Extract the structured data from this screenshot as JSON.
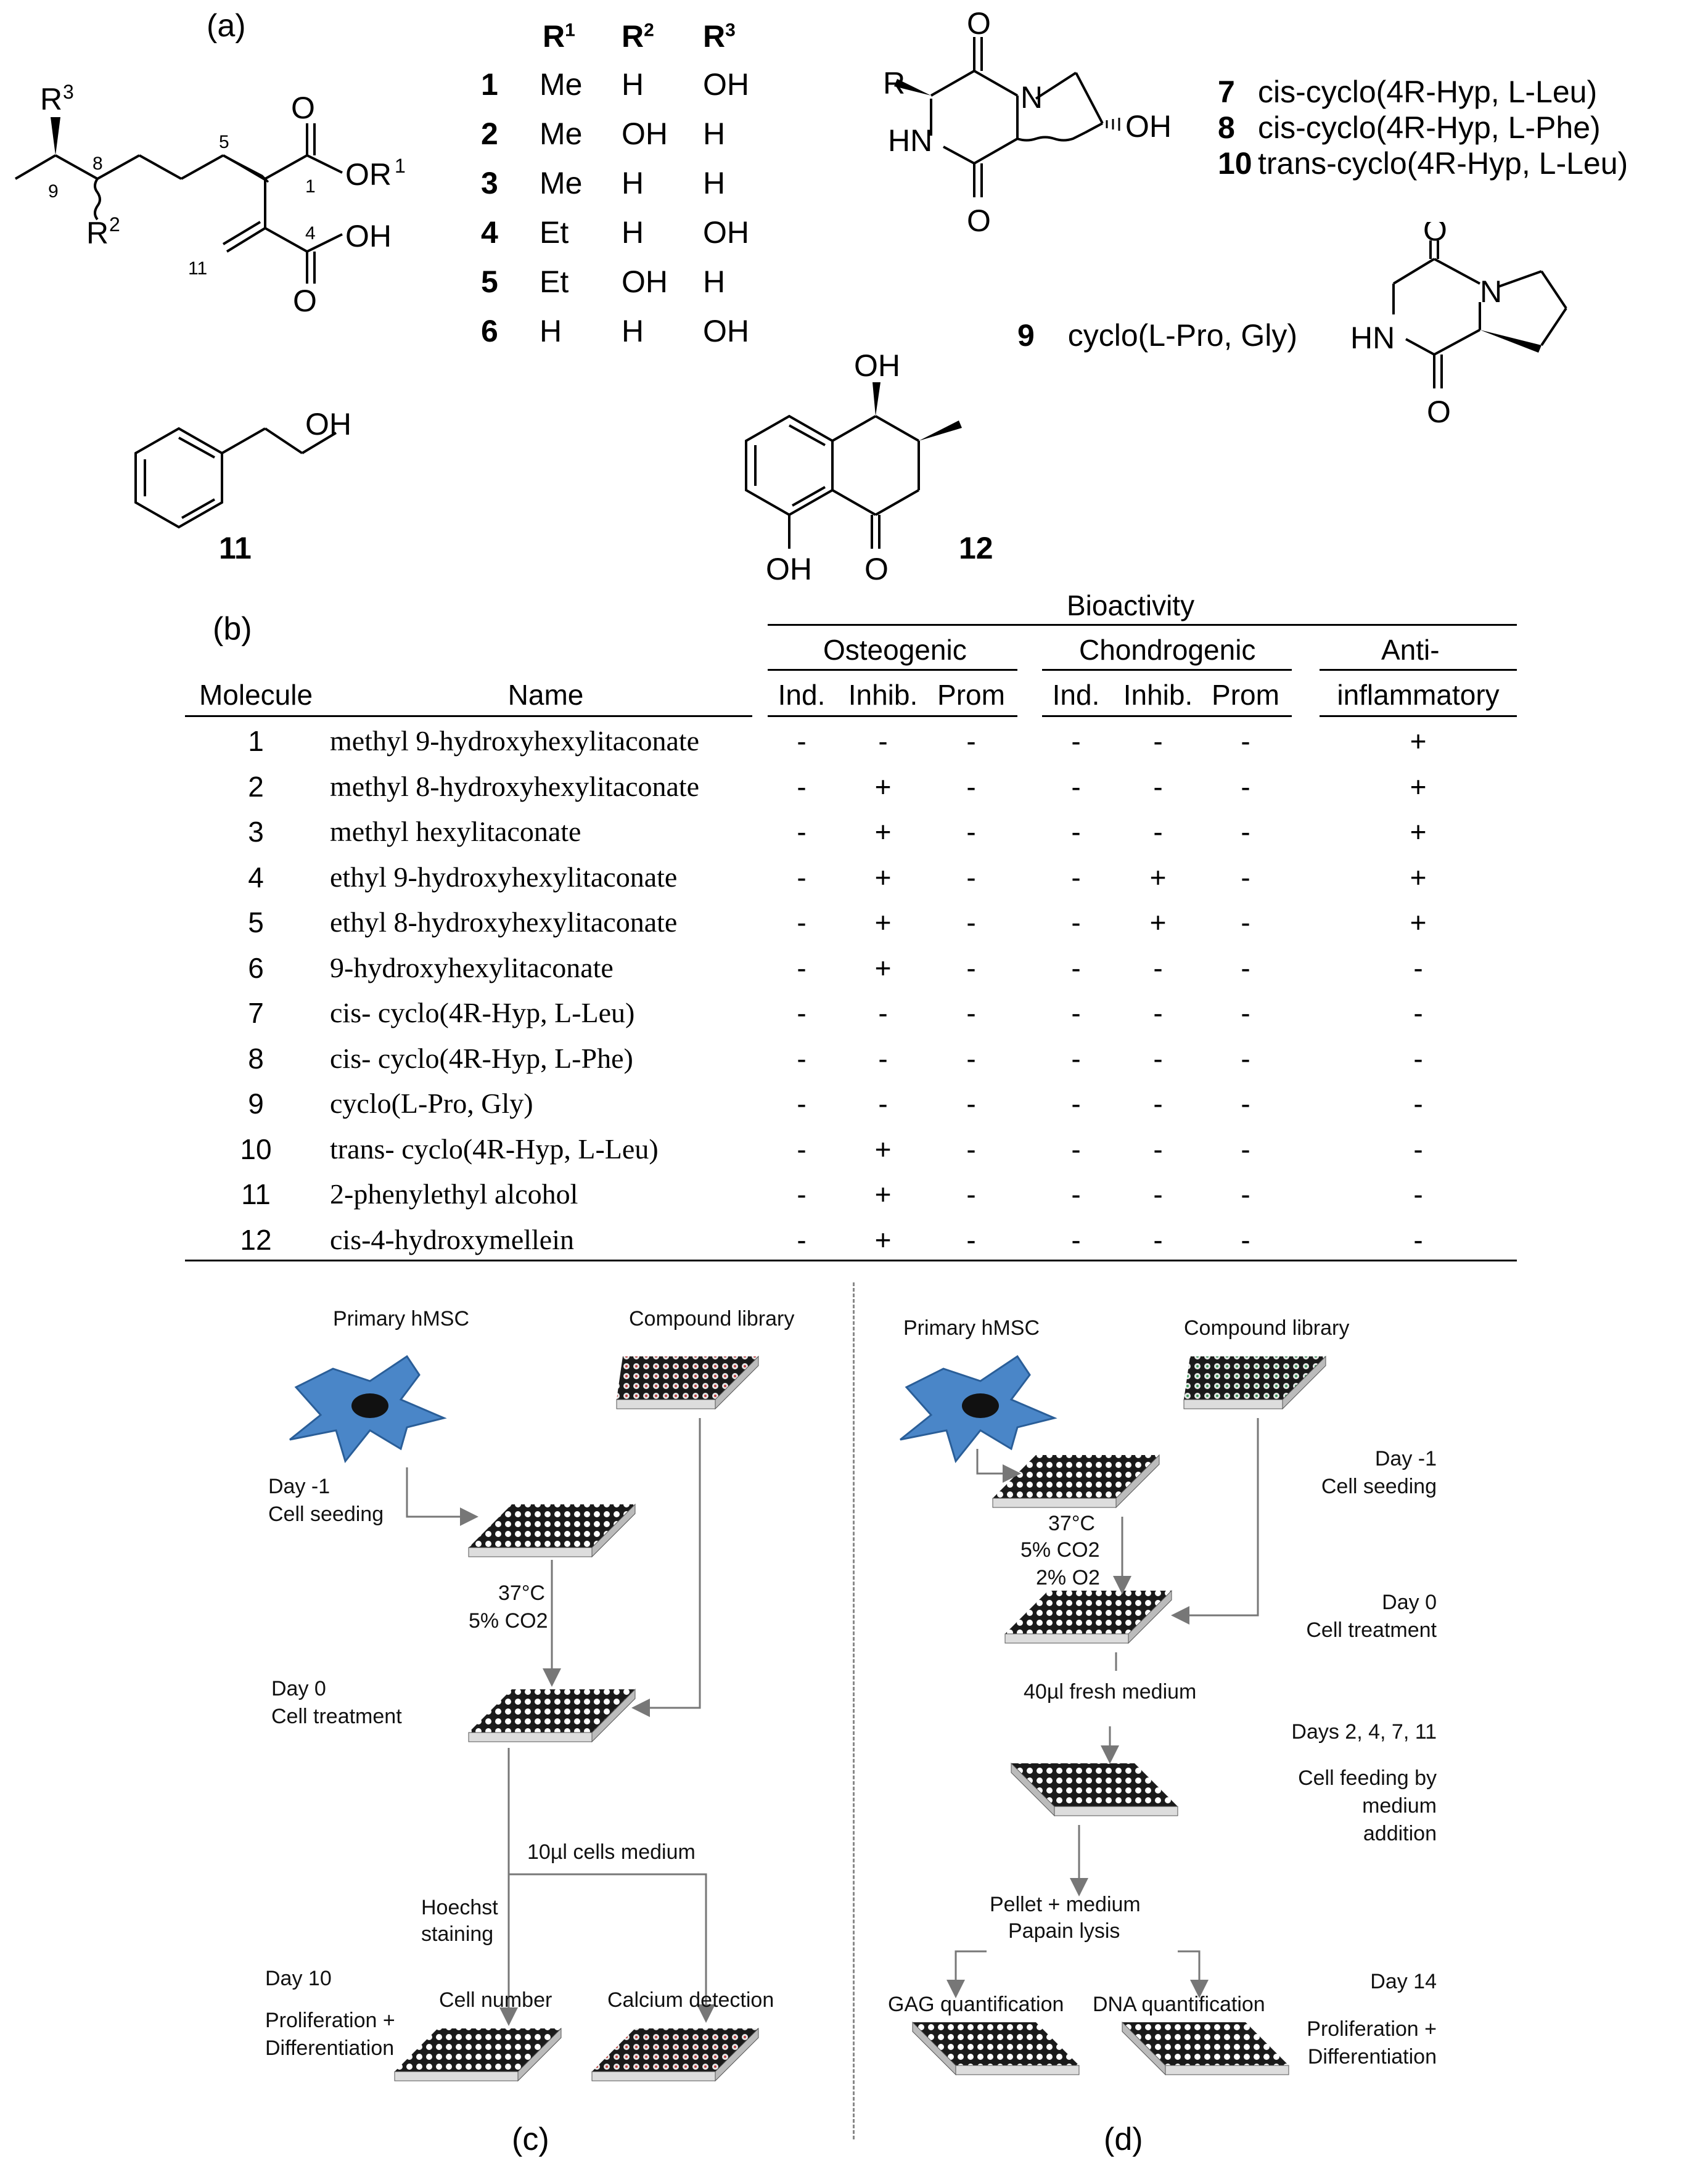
{
  "panel_labels": {
    "a": "(a)",
    "b": "(b)",
    "c": "(c)",
    "d": "(d)"
  },
  "panel_a": {
    "substituent_header": [
      "R1",
      "R2",
      "R3"
    ],
    "substituent_rows": [
      {
        "id": "1",
        "r1": "Me",
        "r2": "H",
        "r3": "OH"
      },
      {
        "id": "2",
        "r1": "Me",
        "r2": "OH",
        "r3": "H"
      },
      {
        "id": "3",
        "r1": "Me",
        "r2": "H",
        "r3": "H"
      },
      {
        "id": "4",
        "r1": "Et",
        "r2": "H",
        "r3": "OH"
      },
      {
        "id": "5",
        "r1": "Et",
        "r2": "OH",
        "r3": "H"
      },
      {
        "id": "6",
        "r1": "H",
        "r2": "H",
        "r3": "OH"
      }
    ],
    "itaconate_labels": {
      "R3": "R",
      "R2": "R",
      "OR1": "OR",
      "OH": "OH",
      "O_top": "O",
      "O_bottom": "O",
      "n9": "9",
      "n8": "8",
      "n5": "5",
      "n1": "1",
      "n4": "4",
      "n11": "11"
    },
    "dkp_labels": {
      "R": "R",
      "HN": "HN",
      "N": "N",
      "OH": "OH",
      "O_top": "O",
      "O_bottom": "O"
    },
    "dkp_compounds": [
      {
        "id": "7",
        "name": "cis-cyclo(4R-Hyp, L-Leu)"
      },
      {
        "id": "8",
        "name": "cis-cyclo(4R-Hyp, L-Phe)"
      },
      {
        "id": "10",
        "name": "trans-cyclo(4R-Hyp, L-Leu)"
      }
    ],
    "compound9": {
      "id": "9",
      "name": "cyclo(L-Pro, Gly)",
      "labels": {
        "HN": "HN",
        "N": "N",
        "O_top": "O",
        "O_bottom": "O"
      }
    },
    "compound11": {
      "id": "11",
      "OH": "OH"
    },
    "compound12": {
      "id": "12",
      "OH_top": "OH",
      "OH_bottom": "OH",
      "O": "O"
    }
  },
  "panel_b": {
    "group_header": "Bioactivity",
    "subgroups": [
      "Osteogenic",
      "Chondrogenic",
      "Anti-"
    ],
    "columns": [
      "Molecule",
      "Name",
      "Ind.",
      "Inhib.",
      "Prom",
      "Ind.",
      "Inhib.",
      "Prom",
      "inflammatory"
    ],
    "rows": [
      {
        "id": "1",
        "name": "methyl 9-hydroxyhexylitaconate",
        "vals": [
          "-",
          "-",
          "-",
          "-",
          "-",
          "-",
          "+"
        ]
      },
      {
        "id": "2",
        "name": "methyl 8-hydroxyhexylitaconate",
        "vals": [
          "-",
          "+",
          "-",
          "-",
          "-",
          "-",
          "+"
        ]
      },
      {
        "id": "3",
        "name": "methyl hexylitaconate",
        "vals": [
          "-",
          "+",
          "-",
          "-",
          "-",
          "-",
          "+"
        ]
      },
      {
        "id": "4",
        "name": "ethyl 9-hydroxyhexylitaconate",
        "vals": [
          "-",
          "+",
          "-",
          "-",
          "+",
          "-",
          "+"
        ]
      },
      {
        "id": "5",
        "name": "ethyl 8-hydroxyhexylitaconate",
        "vals": [
          "-",
          "+",
          "-",
          "-",
          "+",
          "-",
          "+"
        ]
      },
      {
        "id": "6",
        "name": "9-hydroxyhexylitaconate",
        "vals": [
          "-",
          "+",
          "-",
          "-",
          "-",
          "-",
          "-"
        ]
      },
      {
        "id": "7",
        "name": "cis- cyclo(4R-Hyp, L-Leu)",
        "vals": [
          "-",
          "-",
          "-",
          "-",
          "-",
          "-",
          "-"
        ]
      },
      {
        "id": "8",
        "name": "cis- cyclo(4R-Hyp, L-Phe)",
        "vals": [
          "-",
          "-",
          "-",
          "-",
          "-",
          "-",
          "-"
        ]
      },
      {
        "id": "9",
        "name": "cyclo(L-Pro, Gly)",
        "vals": [
          "-",
          "-",
          "-",
          "-",
          "-",
          "-",
          "-"
        ]
      },
      {
        "id": "10",
        "name": "trans- cyclo(4R-Hyp, L-Leu)",
        "vals": [
          "-",
          "+",
          "-",
          "-",
          "-",
          "-",
          "-"
        ]
      },
      {
        "id": "11",
        "name": "2-phenylethyl alcohol",
        "vals": [
          "-",
          "+",
          "-",
          "-",
          "-",
          "-",
          "-"
        ]
      },
      {
        "id": "12",
        "name": "cis-4-hydroxymellein",
        "vals": [
          "-",
          "+",
          "-",
          "-",
          "-",
          "-",
          "-"
        ]
      }
    ]
  },
  "panel_c": {
    "primary": "Primary hMSC",
    "library": "Compound library",
    "day_m1": "Day -1",
    "seeding": "Cell seeding",
    "temp": "37°C",
    "co2": "5% CO2",
    "day0": "Day 0",
    "treatment": "Cell treatment",
    "medium": "10µl cells medium",
    "hoechst1": "Hoechst",
    "hoechst2": "staining",
    "day10": "Day 10",
    "prolif1": "Proliferation +",
    "prolif2": "Differentiation",
    "cell_number": "Cell number",
    "calcium": "Calcium detection"
  },
  "panel_d": {
    "primary": "Primary hMSC",
    "library": "Compound library",
    "day_m1": "Day -1",
    "seeding": "Cell seeding",
    "temp": "37°C",
    "co2": "5% CO2",
    "o2": "2% O2",
    "day0": "Day 0",
    "treatment": "Cell treatment",
    "fresh": "40µl fresh medium",
    "days": "Days 2, 4, 7, 11",
    "feeding1": "Cell feeding by",
    "feeding2": "medium",
    "feeding3": "addition",
    "pellet": "Pellet + medium",
    "papain": "Papain lysis",
    "gag": "GAG quantification",
    "dna": "DNA quantification",
    "day14": "Day 14",
    "prolif1": "Proliferation +",
    "prolif2": "Differentiation"
  },
  "colors": {
    "cell_blue": "#4a86c8",
    "plate_dark": "#1a1a1a",
    "arrow_gray": "#777777"
  }
}
